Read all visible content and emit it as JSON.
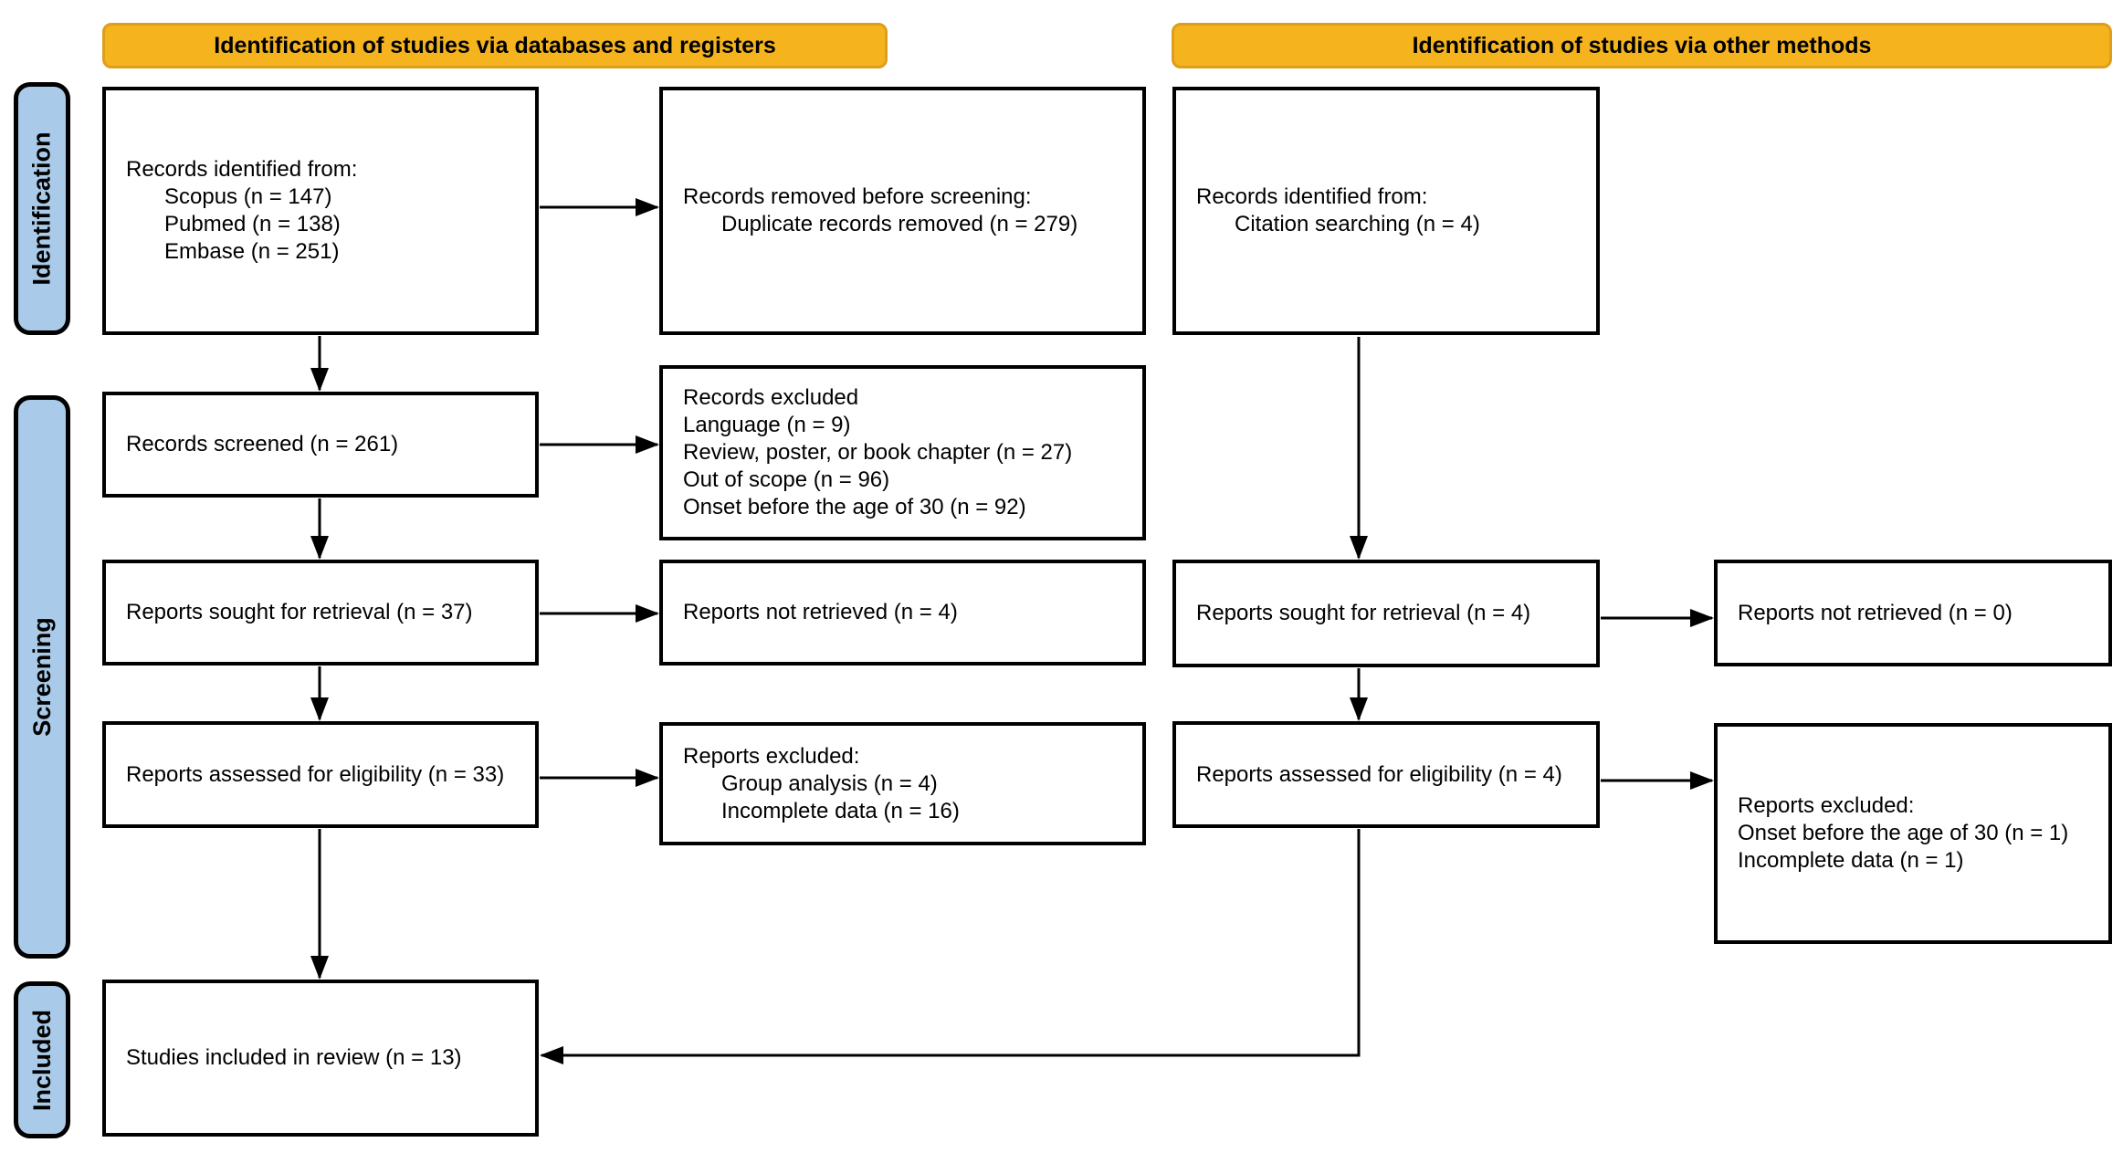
{
  "banners": {
    "databases": "Identification of studies via databases and registers",
    "other": "Identification of studies via other methods"
  },
  "sidebar": {
    "identification": "Identification",
    "screening": "Screening",
    "included": "Included"
  },
  "colors": {
    "banner_fill": "#F5B41E",
    "banner_border": "#DD9E1B",
    "sidebar_fill": "#A9CBE9",
    "box_border": "#000000"
  },
  "boxes": {
    "records_identified_db": {
      "lines": [
        {
          "text": "Records identified from:",
          "indent": false
        },
        {
          "text": "Scopus (n = 147)",
          "indent": true
        },
        {
          "text": "Pubmed (n = 138)",
          "indent": true
        },
        {
          "text": "Embase (n = 251)",
          "indent": true
        }
      ]
    },
    "records_removed": {
      "lines": [
        {
          "text": "Records removed before screening:",
          "indent": false
        },
        {
          "text": "Duplicate records removed (n = 279)",
          "indent": true
        }
      ]
    },
    "records_identified_other": {
      "lines": [
        {
          "text": "Records identified from:",
          "indent": false
        },
        {
          "text": "Citation searching (n = 4)",
          "indent": true
        }
      ]
    },
    "records_screened": {
      "lines": [
        {
          "text": "Records screened (n = 261)",
          "indent": false
        }
      ]
    },
    "records_excluded": {
      "lines": [
        {
          "text": "Records excluded",
          "indent": false
        },
        {
          "text": "Language (n = 9)",
          "indent": false
        },
        {
          "text": "Review, poster, or book chapter (n = 27)",
          "indent": false
        },
        {
          "text": "Out of scope (n = 96)",
          "indent": false
        },
        {
          "text": "Onset before the age of 30 (n = 92)",
          "indent": false
        }
      ]
    },
    "reports_sought_db": {
      "lines": [
        {
          "text": "Reports sought for retrieval (n = 37)",
          "indent": false
        }
      ]
    },
    "reports_not_retrieved_db": {
      "lines": [
        {
          "text": "Reports not retrieved (n = 4)",
          "indent": false
        }
      ]
    },
    "reports_sought_other": {
      "lines": [
        {
          "text": "Reports sought for retrieval (n = 4)",
          "indent": false
        }
      ]
    },
    "reports_not_retrieved_other": {
      "lines": [
        {
          "text": "Reports not retrieved (n = 0)",
          "indent": false
        }
      ]
    },
    "reports_assessed_db": {
      "lines": [
        {
          "text": "Reports assessed for eligibility (n = 33)",
          "indent": false
        }
      ]
    },
    "reports_excluded_db": {
      "lines": [
        {
          "text": "Reports excluded:",
          "indent": false
        },
        {
          "text": "Group analysis (n = 4)",
          "indent": true
        },
        {
          "text": "Incomplete data (n = 16)",
          "indent": true
        }
      ]
    },
    "reports_assessed_other": {
      "lines": [
        {
          "text": "Reports assessed for eligibility (n = 4)",
          "indent": false
        }
      ]
    },
    "reports_excluded_other": {
      "lines": [
        {
          "text": "Reports excluded:",
          "indent": false
        },
        {
          "text": "Onset before the age of 30 (n = 1)",
          "indent": false
        },
        {
          "text": "Incomplete data (n = 1)",
          "indent": false
        }
      ]
    },
    "studies_included": {
      "lines": [
        {
          "text": "Studies included in review (n = 13)",
          "indent": false
        }
      ]
    }
  }
}
